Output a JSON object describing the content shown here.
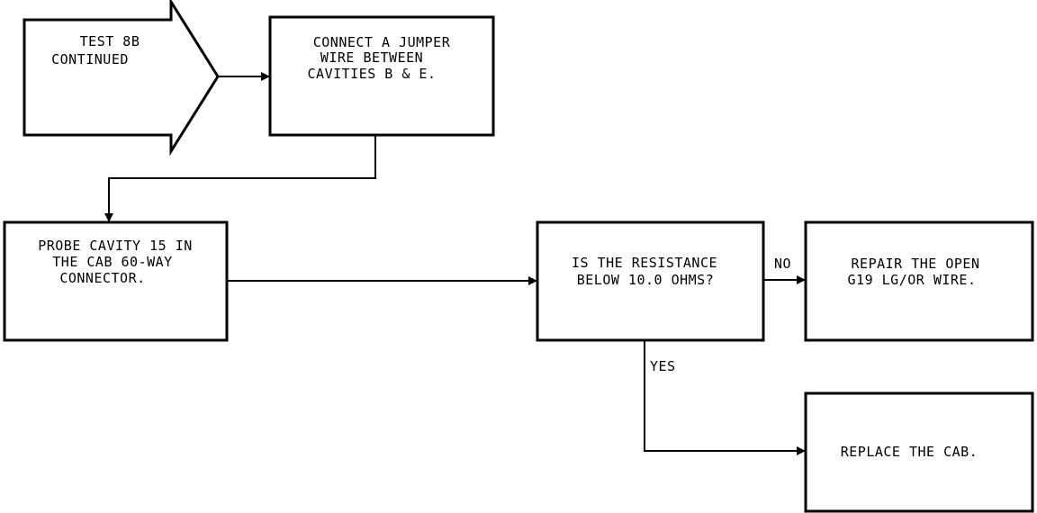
{
  "nodes": {
    "test_continued": {
      "lines": [
        "TEST 8B",
        "CONTINUED"
      ]
    },
    "connect_jumper": {
      "lines": [
        "CONNECT A JUMPER",
        "WIRE BETWEEN",
        "CAVITIES B & E."
      ]
    },
    "probe_cavity": {
      "lines": [
        "PROBE CAVITY 15 IN",
        "THE CAB 60-WAY",
        "CONNECTOR."
      ]
    },
    "resistance_question": {
      "lines": [
        "IS THE RESISTANCE",
        "BELOW 10.0 OHMS?"
      ]
    },
    "repair_open": {
      "lines": [
        "REPAIR THE OPEN",
        "G19 LG/OR WIRE."
      ]
    },
    "replace_cab": {
      "lines": [
        "REPLACE THE CAB."
      ]
    }
  },
  "edge_labels": {
    "no": "NO",
    "yes": "YES"
  },
  "colors": {
    "stroke": "#000000",
    "background": "#ffffff"
  }
}
